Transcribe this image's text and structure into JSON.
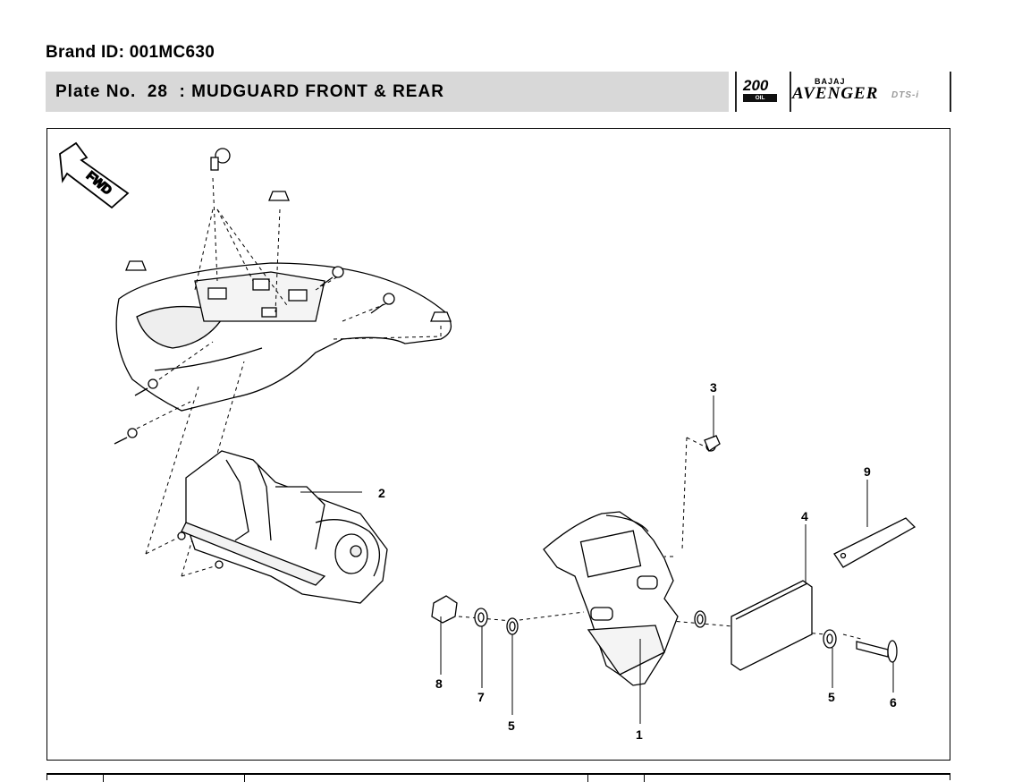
{
  "header": {
    "brand_id": "Brand ID: 001MC630",
    "plate_title": "Plate No.  28  : MUDGUARD FRONT & REAR"
  },
  "logo": {
    "model_number": "200",
    "oil_cooled": "OIL COOLED",
    "maker": "BAJAJ",
    "model_name": "AVENGER",
    "variant": "DTS-i"
  },
  "diagram": {
    "fwd_label": "FWD",
    "callouts": [
      "1",
      "2",
      "3",
      "4",
      "5",
      "5",
      "6",
      "7",
      "8",
      "9"
    ]
  }
}
